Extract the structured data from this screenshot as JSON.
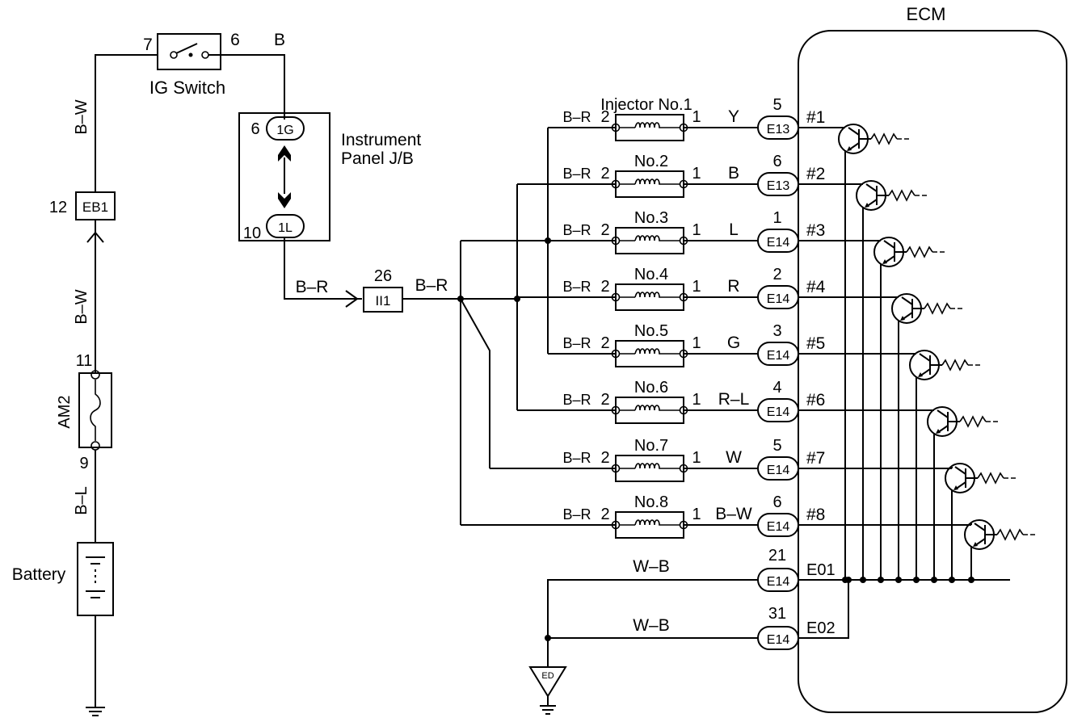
{
  "ecm": {
    "title": "ECM"
  },
  "ig_switch": {
    "label": "IG Switch",
    "pin_in": "7",
    "pin_out": "6",
    "out_wire": "B"
  },
  "jb": {
    "label_line1": "Instrument",
    "label_line2": "Panel J/B",
    "pin_top": "6",
    "conn_top": "1G",
    "pin_bottom": "10",
    "conn_bottom": "1L"
  },
  "left_chain": {
    "wire_top": "B–W",
    "eb1_pin": "12",
    "eb1": "EB1",
    "wire_mid": "B–W",
    "fuse_top_pin": "11",
    "fuse": "AM2",
    "fuse_bottom_pin": "9",
    "wire_low": "B–L",
    "battery": "Battery"
  },
  "feed": {
    "wire_a": "B–R",
    "jc_pin": "26",
    "jc": "II1",
    "wire_b": "B–R"
  },
  "injectors": [
    {
      "name": "Injector No.1",
      "in_wire": "B–R",
      "pin_in": "2",
      "pin_out": "1",
      "out_wire": "Y",
      "ecm_pin": "5",
      "conn": "E13",
      "signal": "#1"
    },
    {
      "name": "No.2",
      "in_wire": "B–R",
      "pin_in": "2",
      "pin_out": "1",
      "out_wire": "B",
      "ecm_pin": "6",
      "conn": "E13",
      "signal": "#2"
    },
    {
      "name": "No.3",
      "in_wire": "B–R",
      "pin_in": "2",
      "pin_out": "1",
      "out_wire": "L",
      "ecm_pin": "1",
      "conn": "E14",
      "signal": "#3"
    },
    {
      "name": "No.4",
      "in_wire": "B–R",
      "pin_in": "2",
      "pin_out": "1",
      "out_wire": "R",
      "ecm_pin": "2",
      "conn": "E14",
      "signal": "#4"
    },
    {
      "name": "No.5",
      "in_wire": "B–R",
      "pin_in": "2",
      "pin_out": "1",
      "out_wire": "G",
      "ecm_pin": "3",
      "conn": "E14",
      "signal": "#5"
    },
    {
      "name": "No.6",
      "in_wire": "B–R",
      "pin_in": "2",
      "pin_out": "1",
      "out_wire": "R–L",
      "ecm_pin": "4",
      "conn": "E14",
      "signal": "#6"
    },
    {
      "name": "No.7",
      "in_wire": "B–R",
      "pin_in": "2",
      "pin_out": "1",
      "out_wire": "W",
      "ecm_pin": "5",
      "conn": "E14",
      "signal": "#7"
    },
    {
      "name": "No.8",
      "in_wire": "B–R",
      "pin_in": "2",
      "pin_out": "1",
      "out_wire": "B–W",
      "ecm_pin": "6",
      "conn": "E14",
      "signal": "#8"
    }
  ],
  "grounds": [
    {
      "wire": "W–B",
      "ecm_pin": "21",
      "conn": "E14",
      "signal": "E01"
    },
    {
      "wire": "W–B",
      "ecm_pin": "31",
      "conn": "E14",
      "signal": "E02"
    }
  ],
  "ground_point": {
    "label": "ED"
  }
}
